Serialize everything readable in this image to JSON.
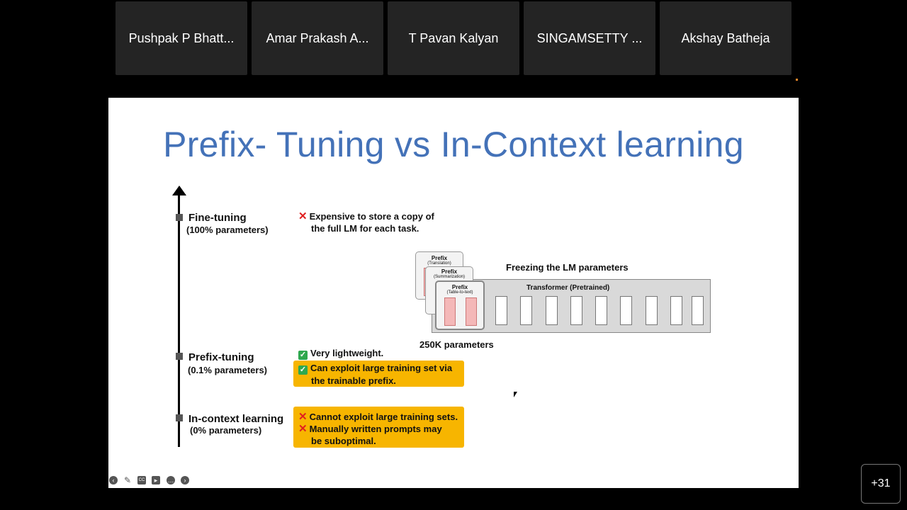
{
  "participants": [
    "Pushpak P Bhatt...",
    "Amar Prakash A...",
    "T Pavan Kalyan",
    "SINGAMSETTY ...",
    "Akshay Batheja"
  ],
  "slide": {
    "title": "Prefix- Tuning vs In-Context learning",
    "levels": [
      {
        "name": "Fine-tuning",
        "params": "(100% parameters)"
      },
      {
        "name": "Prefix-tuning",
        "params": "(0.1% parameters)"
      },
      {
        "name": "In-context learning",
        "params": "(0% parameters)"
      }
    ],
    "fine_tuning_note": [
      "Expensive to store a copy of",
      "the full LM for each task."
    ],
    "prefix_pros": {
      "plain": "Very lightweight.",
      "highlight_l1": "Can exploit large training set via",
      "highlight_l2": "the trainable prefix."
    },
    "icl_cons": {
      "l1": "Cannot exploit large training sets.",
      "l2": "Manually written prompts may",
      "l3": "be suboptimal."
    },
    "diagram": {
      "freezing": "Freezing the LM parameters",
      "transformer": "Transformer  (Pretrained)",
      "prefix_label": "Prefix",
      "cards": [
        "(Translation)",
        "(Summarization)",
        "(Table-to-text)"
      ],
      "params_count": "250K parameters"
    }
  },
  "more_participants": "+31",
  "colors": {
    "title": "#4472b8",
    "highlight": "#f7b500",
    "cross": "#e02020",
    "check": "#2fa84f"
  },
  "controls": [
    "back-icon",
    "pen-icon",
    "captions-icon",
    "video-icon",
    "more-icon",
    "forward-icon"
  ]
}
